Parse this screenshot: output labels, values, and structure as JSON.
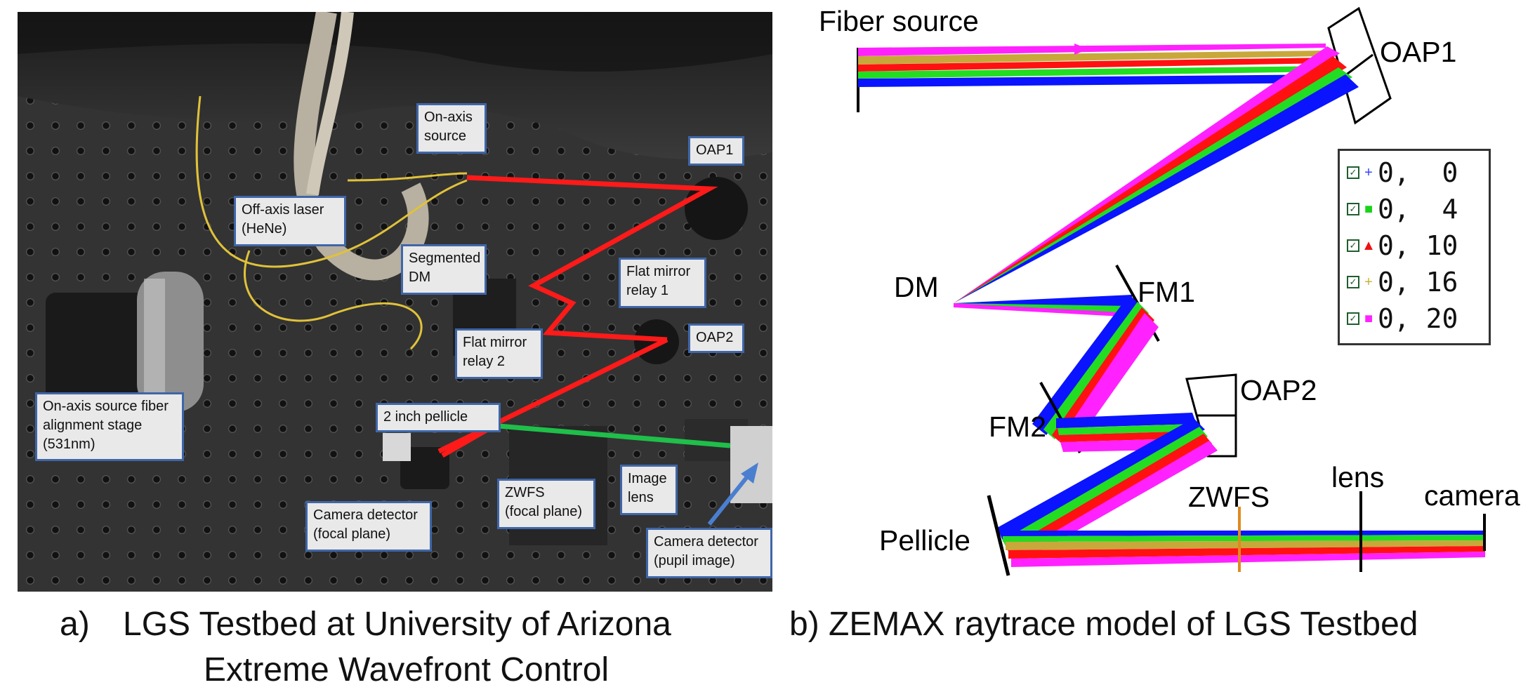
{
  "panel_a": {
    "labels": [
      {
        "id": "on_axis_source",
        "text": "On-axis\nsource"
      },
      {
        "id": "oap1",
        "text": "OAP1"
      },
      {
        "id": "off_axis_laser",
        "text": "Off-axis laser\n(HeNe)"
      },
      {
        "id": "segmented_dm",
        "text": "Segmented\nDM"
      },
      {
        "id": "flat_mirror_relay_1",
        "text": "Flat mirror\nrelay 1"
      },
      {
        "id": "oap2",
        "text": "OAP2"
      },
      {
        "id": "flat_mirror_relay_2",
        "text": "Flat mirror\nrelay 2"
      },
      {
        "id": "fiber_stage",
        "text": "On-axis source fiber\nalignment stage\n(531nm)"
      },
      {
        "id": "pellicle",
        "text": "2 inch pellicle"
      },
      {
        "id": "zwfs",
        "text": "ZWFS\n(focal plane)"
      },
      {
        "id": "image_lens",
        "text": "Image\nlens"
      },
      {
        "id": "camera_focal",
        "text": "Camera detector\n(focal plane)"
      },
      {
        "id": "camera_pupil",
        "text": "Camera detector\n(pupil image)"
      }
    ],
    "colors": {
      "beam_red": "#ff1a1a",
      "beam_green": "#1fbf4a",
      "label_border": "#3f66a8",
      "arrow": "#4a7fd0"
    }
  },
  "panel_b": {
    "labels": {
      "fiber_source": "Fiber source",
      "oap1": "OAP1",
      "dm": "DM",
      "fm1": "FM1",
      "fm2": "FM2",
      "oap2": "OAP2",
      "zwfs": "ZWFS",
      "lens": "lens",
      "pellicle": "Pellicle",
      "camera": "camera"
    },
    "legend": [
      {
        "marker": "+",
        "color": "#3344ff",
        "text": "0,  0"
      },
      {
        "marker": "■",
        "color": "#19d419",
        "text": "0,  4"
      },
      {
        "marker": "▲",
        "color": "#ee1111",
        "text": "0, 10"
      },
      {
        "marker": "+",
        "color": "#c8b43a",
        "text": "0, 16"
      },
      {
        "marker": "■",
        "color": "#ff22ff",
        "text": "0, 20"
      }
    ],
    "colors": {
      "blue": "#0a14ff",
      "green": "#22dd22",
      "red": "#ff1111",
      "olive": "#c8a83a",
      "magenta": "#ff22ff",
      "zwfs_line": "#e08a20"
    }
  },
  "captions": {
    "a_prefix": "a)",
    "a_line1": "LGS Testbed at University of Arizona",
    "a_line2": "Extreme Wavefront Control",
    "b": "b) ZEMAX raytrace model of LGS Testbed"
  }
}
